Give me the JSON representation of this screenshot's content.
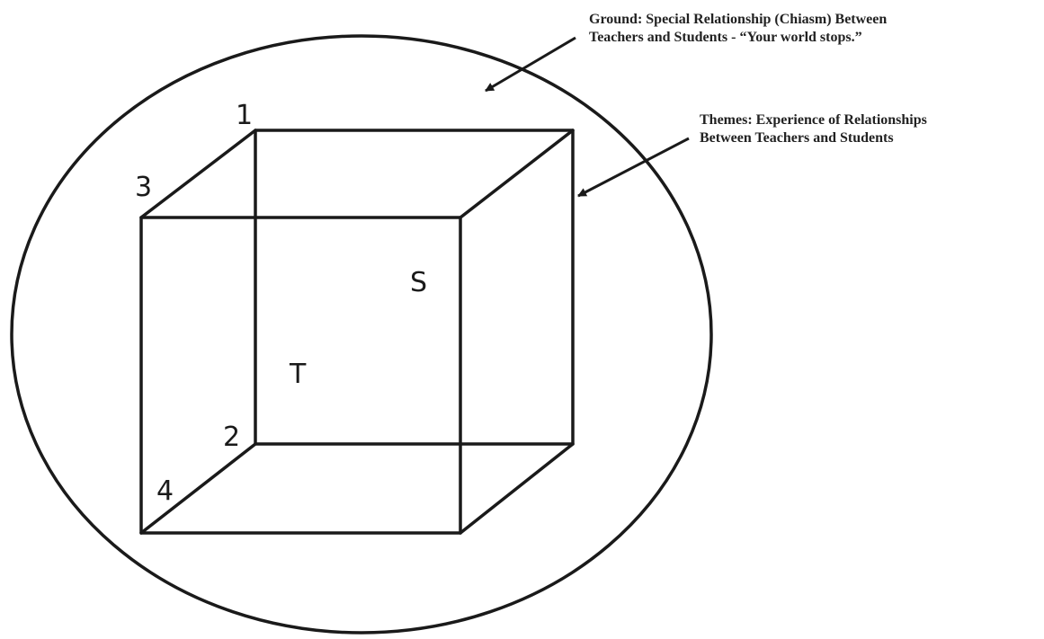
{
  "annotations": {
    "ground": {
      "line1": "Ground: Special Relationship (Chiasm) Between",
      "line2": "Teachers and Students - “Your world stops.”"
    },
    "themes": {
      "line1": "Themes: Experience of Relationships",
      "line2": "Between Teachers and Students"
    }
  },
  "cube_labels": {
    "corner_1": "1",
    "corner_2": "2",
    "corner_3": "3",
    "corner_4": "4",
    "teachers": "T",
    "students": "S"
  },
  "colors": {
    "stroke": "#1a1a1a",
    "background": "#ffffff"
  }
}
